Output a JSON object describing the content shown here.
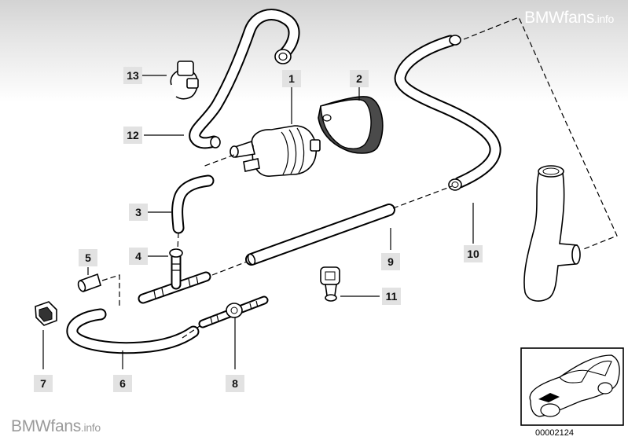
{
  "watermark": {
    "name": "BMWfans",
    "suffix": ".info"
  },
  "diagram_number": "00002124",
  "part_labels": {
    "p1": "1",
    "p2": "2",
    "p3": "3",
    "p4": "4",
    "p5": "5",
    "p6": "6",
    "p7": "7",
    "p8": "8",
    "p9": "9",
    "p10": "10",
    "p11": "11",
    "p12": "12",
    "p13": "13"
  },
  "icons": [
    "washer-pump-icon",
    "hose-icon",
    "car-thumbnail-icon",
    "clamp-icon",
    "t-connector-icon",
    "check-valve-icon"
  ]
}
